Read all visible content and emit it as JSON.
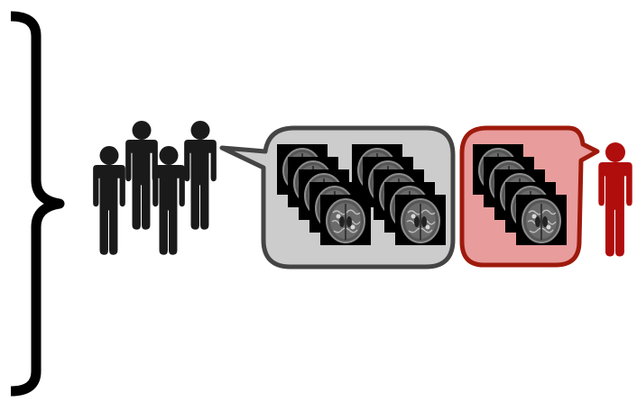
{
  "diagram": {
    "left_brace": {
      "icon": "curly-brace-icon",
      "color": "#000000"
    },
    "group": {
      "icon": "person-group-icon",
      "person_count": 4,
      "color": "#1a1a1a"
    },
    "group_bubble": {
      "icon": "speech-bubble-icon",
      "fill": "#cccccc",
      "stroke": "#444444",
      "stack_count": 2,
      "slices_per_stack": 5
    },
    "individual_bubble": {
      "icon": "speech-bubble-icon",
      "fill": "#e89c9c",
      "stroke": "#9e1a0c",
      "stack_count": 1,
      "slices_per_stack": 5
    },
    "individual": {
      "icon": "person-icon",
      "color": "#b00d0d"
    },
    "slice_icon": "brain-mri-slice-icon"
  }
}
